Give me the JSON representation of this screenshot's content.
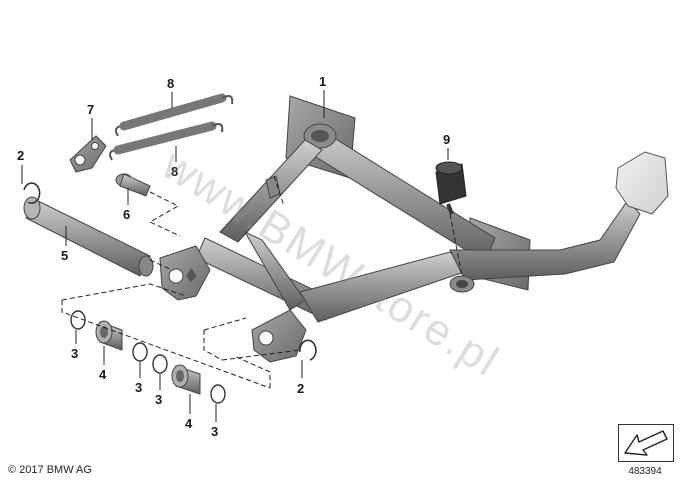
{
  "diagram": {
    "callouts": [
      {
        "id": "c1",
        "label": "1"
      },
      {
        "id": "c2a",
        "label": "2"
      },
      {
        "id": "c2b",
        "label": "2"
      },
      {
        "id": "c3a",
        "label": "3"
      },
      {
        "id": "c3b",
        "label": "3"
      },
      {
        "id": "c3c",
        "label": "3"
      },
      {
        "id": "c3d",
        "label": "3"
      },
      {
        "id": "c4a",
        "label": "4"
      },
      {
        "id": "c4b",
        "label": "4"
      },
      {
        "id": "c5",
        "label": "5"
      },
      {
        "id": "c6",
        "label": "6"
      },
      {
        "id": "c7",
        "label": "7"
      },
      {
        "id": "c8a",
        "label": "8"
      },
      {
        "id": "c8b",
        "label": "8"
      },
      {
        "id": "c9",
        "label": "9"
      }
    ],
    "copyright": "© 2017 BMW AG",
    "watermark": "www.BMWstore.pl",
    "reference_number": "483394"
  },
  "colors": {
    "part_fill": "#9a9a9a",
    "part_dark": "#6e6e6e",
    "part_light": "#c4c4c4",
    "outline": "#444444"
  }
}
